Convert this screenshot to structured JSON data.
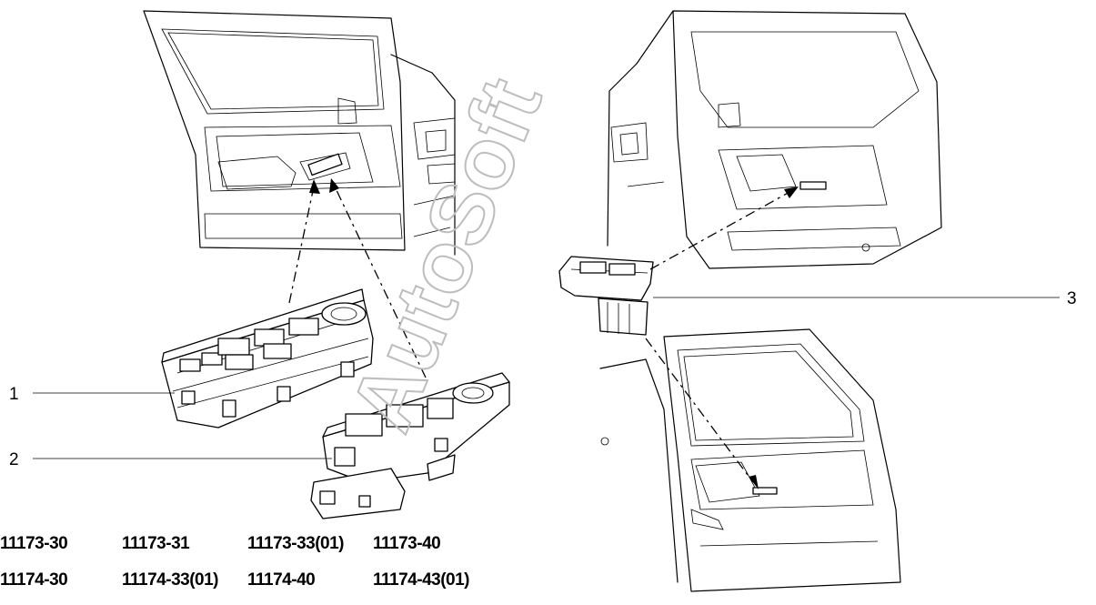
{
  "watermark": "AutoSoft",
  "callouts": [
    {
      "id": "1",
      "label": "1"
    },
    {
      "id": "2",
      "label": "2"
    },
    {
      "id": "3",
      "label": "3"
    }
  ],
  "part_codes": {
    "row1": [
      "11173-30",
      "11173-31",
      "11173-33(01)",
      "11173-40"
    ],
    "row2": [
      "11174-30",
      "11174-33(01)",
      "11174-40",
      "11174-43(01)"
    ]
  }
}
